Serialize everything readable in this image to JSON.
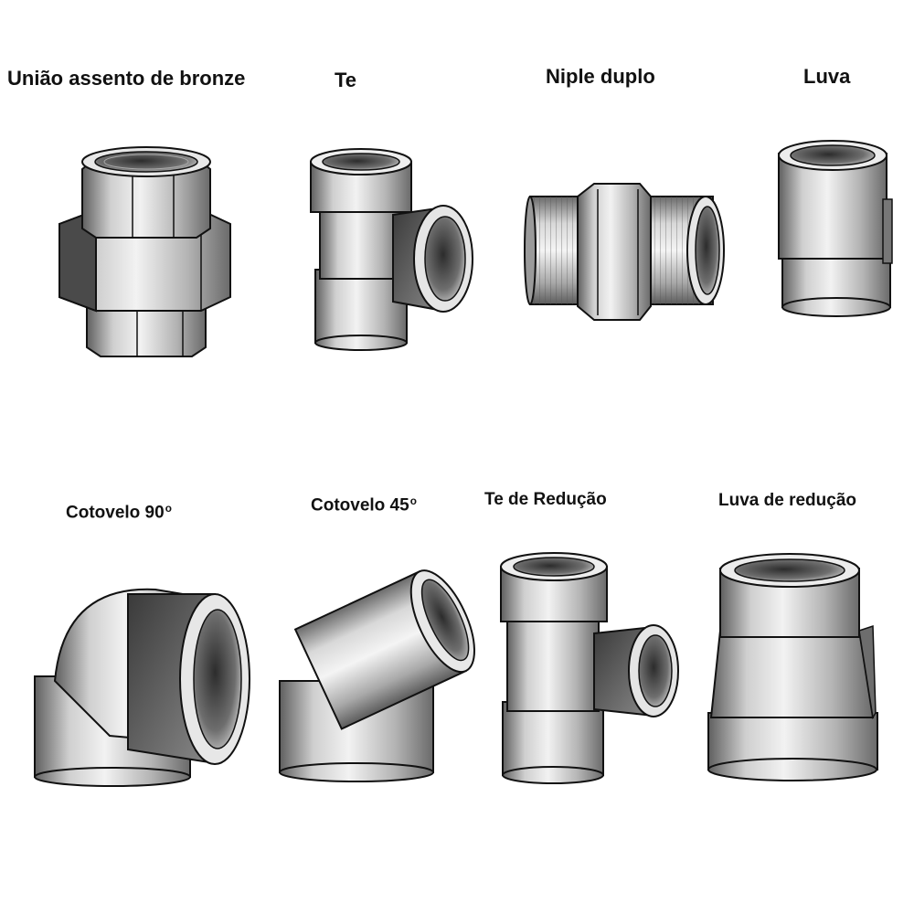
{
  "fittings": [
    {
      "label": "União assento de bronze",
      "icon": "union-fitting-icon"
    },
    {
      "label": "Te",
      "icon": "tee-fitting-icon"
    },
    {
      "label": "Niple duplo",
      "icon": "double-nipple-icon"
    },
    {
      "label": "Luva",
      "icon": "coupling-icon"
    },
    {
      "label": "Cotovelo 90",
      "degree_mark": "o",
      "icon": "elbow-90-icon"
    },
    {
      "label": "Cotovelo 45",
      "degree_mark": "o",
      "icon": "elbow-45-icon"
    },
    {
      "label": "Te de Redução",
      "icon": "reducing-tee-icon"
    },
    {
      "label": "Luva de redução",
      "icon": "reducing-coupling-icon"
    }
  ]
}
